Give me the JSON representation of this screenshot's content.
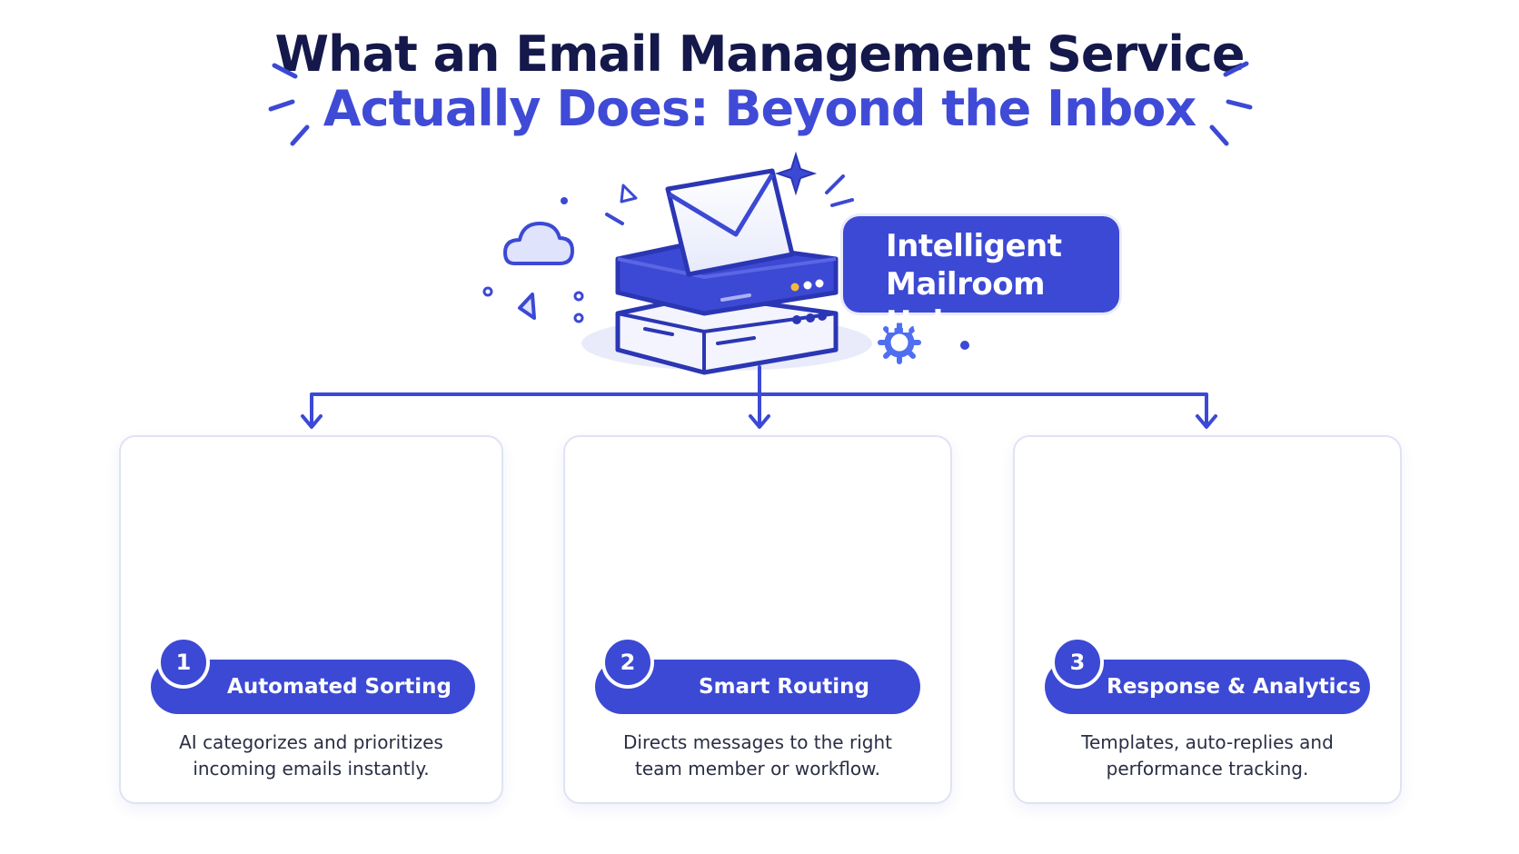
{
  "title": {
    "line1": "What an Email Management Service",
    "line2": "Actually Does: Beyond the Inbox"
  },
  "hub": {
    "label_line1": "Intelligent",
    "label_line2": "Mailroom Hub",
    "icons": [
      "server-stack-icon",
      "envelope-icon",
      "sparkle-icon",
      "cloud-icon",
      "gear-icon"
    ]
  },
  "steps": [
    {
      "number": "1",
      "label": "Automated Sorting",
      "desc_line1": "AI categorizes and prioritizes",
      "desc_line2": "incoming emails instantly.",
      "icon": "envelope-funnel-icon"
    },
    {
      "number": "2",
      "label": "Smart Routing",
      "desc_line1": "Directs messages to the right",
      "desc_line2": "team member or workflow.",
      "icon": "routing-network-icon"
    },
    {
      "number": "3",
      "label": "Response & Analytics",
      "desc_line1": "Templates, auto-replies and",
      "desc_line2": "performance tracking.",
      "icon": "analytics-dashboard-icon"
    }
  ],
  "colors": {
    "accent": "#3c49d4",
    "title_dark": "#14184a",
    "title_blue": "#3f4bd6",
    "green": "#2fb77a",
    "purple": "#9b5de5",
    "yellow": "#f5b93a"
  }
}
